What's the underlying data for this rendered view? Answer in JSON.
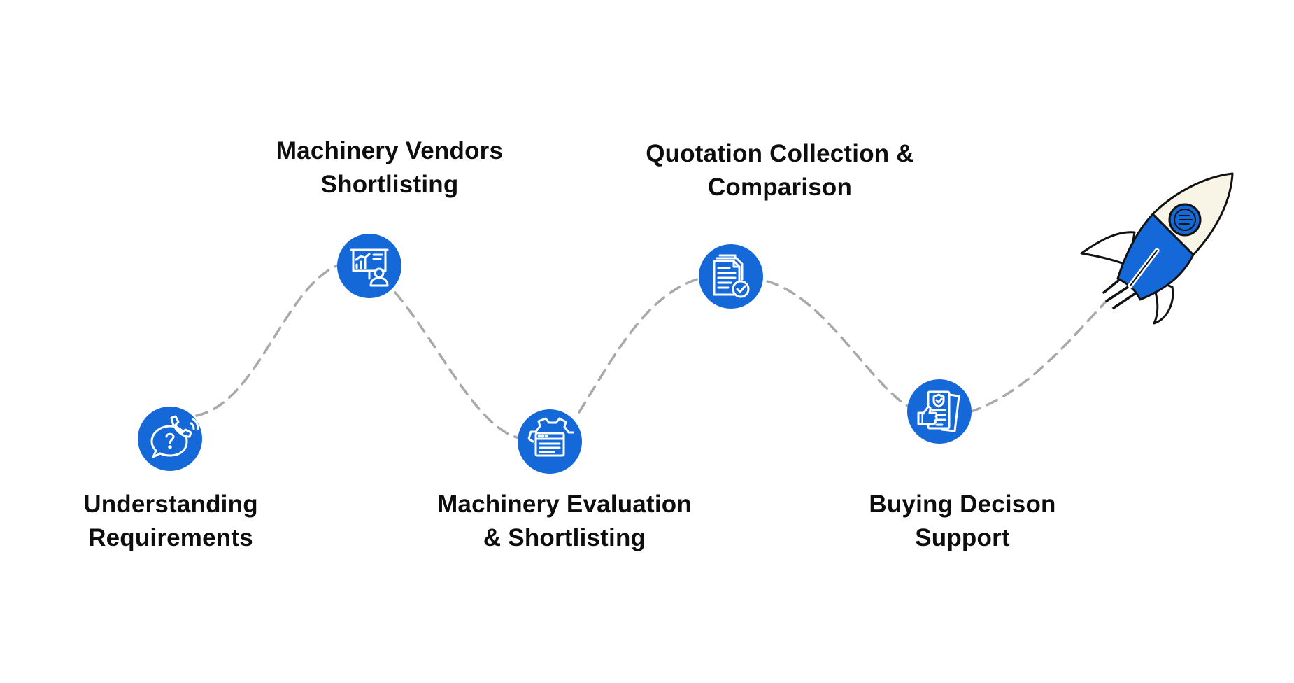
{
  "colors": {
    "accent": "#1468d8",
    "path": "#a9a9a9",
    "text": "#0d0d0d",
    "rocket_body": "#f8f4e6",
    "outline": "#111111"
  },
  "steps": [
    {
      "label_line1": "Understanding",
      "label_line2": "Requirements",
      "icon": "phone-question-icon"
    },
    {
      "label_line1": "Machinery Vendors",
      "label_line2": "Shortlisting",
      "icon": "presentation-board-icon"
    },
    {
      "label_line1": "Machinery Evaluation",
      "label_line2": "& Shortlisting",
      "icon": "gear-browser-icon"
    },
    {
      "label_line1": "Quotation Collection &",
      "label_line2": "Comparison",
      "icon": "documents-check-icon"
    },
    {
      "label_line1": "Buying Decison",
      "label_line2": "Support",
      "icon": "thumbs-up-document-icon"
    }
  ],
  "finish": {
    "icon": "rocket-icon"
  }
}
